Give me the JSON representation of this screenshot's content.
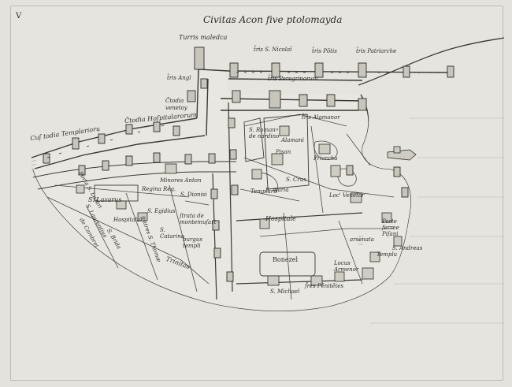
{
  "plate": {
    "number": "V",
    "title": "Civitas Acon five ptolomayda"
  },
  "labels": {
    "turris_maledicta": "Turris maledca",
    "turris_s_nicolai": "t̃ris S. Nicolaĩ",
    "turris_potis": "t̃ris Pŏtis",
    "turris_patriarche": "t̃ris Patriarche",
    "turris_peregrinorum": "t̃ris Peregrinorum",
    "turris_anglorum": "t̃ris Angl",
    "turris_alamanorum": "t̃ris Alamanor",
    "custodia_templariorum": "Cuſ todia Templarioru",
    "custodia_hospitalariorum": "C̃todia Hoſpitalarorum",
    "custodia_venetorum": "C̃todia venetoy",
    "s_romanus_de_nardino": "S. Romanꝰ de nardino",
    "alamani": "Alamani",
    "templarii": "Templarii",
    "s_maria": "S. maria",
    "s_crux": "S. Crux",
    "pisani_castrum": "Pisan",
    "patriarcha": "Priarcha",
    "loc_venetorum": "Loc' Venetor",
    "minores_antonii": "Minores Anton",
    "s_lazarus": "S. Lazarus",
    "s_egidius": "S. Egidius",
    "s_dionysius": "S. Dionisi",
    "hospitale": "Hospitale",
    "hospitale_hospitalariorum": "Hospitalar",
    "s_catarina": "S. Catarina",
    "burgus_templi": "burgus templi",
    "strata_de_montemusart": "ſtrata de montemuſart",
    "porta_s_lazari": "Porta S. Lazari",
    "s_laurentius": "S. Laurentius",
    "de_cambrey": "de Cambrei",
    "s_brida": "S. Brida",
    "fratres_de_s_thoma": "fratres S. Thomæ",
    "trinitas": "Trinitas",
    "bonezel": "Bonezel",
    "s_michael": "S. Michael",
    "fratres_penitentes": "f̃res Pĕnitẽtes",
    "locus_armenorum": "Locus Armenor",
    "arsena": "arsenata",
    "porta_ferrea_pisanorum": "Porte ferree Piſani",
    "templum": "Templu",
    "s_andreas": "S. Andreas",
    "domus_regina": "Regina Reg."
  }
}
